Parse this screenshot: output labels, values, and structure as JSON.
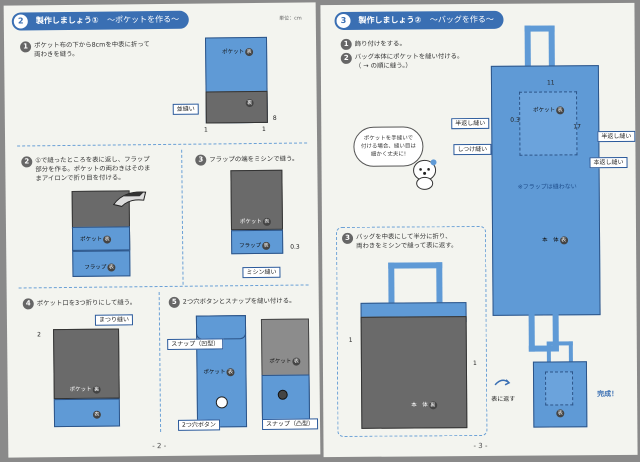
{
  "left_page": {
    "header": {
      "number": "2",
      "title": "製作しましょう①",
      "subtitle": "〜ポケットを作る〜"
    },
    "unit": "単位：cm",
    "step1": {
      "num": "1",
      "text": [
        "ポケット布の下から8cmを中表に折って",
        "両わきを縫う。"
      ],
      "label_pocket": "ポケット",
      "label_back": "裏",
      "label_front": "表",
      "dim": "8",
      "callout": "並縫い",
      "mark1": "1",
      "mark2": "1"
    },
    "step2": {
      "num": "2",
      "text": [
        "①で縫ったところを表に返し、フラップ",
        "部分を作る。ポケットの両わきはそのま",
        "まアイロンで折り目を付ける。"
      ],
      "label_pocket": "ポケット",
      "label_flap": "フラップ"
    },
    "step3": {
      "num": "3",
      "text": "フラップの端をミシンで縫う。",
      "label_pocket": "ポケット",
      "label_flap": "フラップ",
      "dim": "0.3",
      "callout": "ミシン縫い"
    },
    "step4": {
      "num": "4",
      "text": "ポケット口を3つ折りにして縫う。",
      "callout": "まつり縫い",
      "dim": "2",
      "label_pocket": "ポケット"
    },
    "step5": {
      "num": "5",
      "text": "2つ穴ボタンとスナップを縫い付ける。",
      "callout_snap_concave": "スナップ（凹型）",
      "callout_button": "2つ穴ボタン",
      "callout_snap_convex": "スナップ（凸型）",
      "label_pocket": "ポケット"
    },
    "page_number": "- 2 -"
  },
  "right_page": {
    "header": {
      "number": "3",
      "title": "製作しましょう②",
      "subtitle": "〜バッグを作る〜"
    },
    "step1": {
      "num": "1",
      "text": "飾り付けをする。"
    },
    "step2": {
      "num": "2",
      "text": [
        "バッグ本体にポケットを縫い付ける。",
        "（ → の順に縫う。）"
      ]
    },
    "speech": [
      "ポケットを手縫いで",
      "付ける場合、縫い目は",
      "細かく丈夫に!"
    ],
    "diagram": {
      "dim_top": "11",
      "dim_right": "17",
      "dim_small": "0.3",
      "callout_backstitch_left": "半返し縫い",
      "callout_backstitch_right": "半返し縫い",
      "callout_shitsuke": "しつけ縫い",
      "callout_hontai": "本返し縫い",
      "note": "※フラップは縫わない",
      "label_pocket": "ポケット",
      "label_body": "本　体"
    },
    "step3": {
      "num": "3",
      "text": [
        "バッグを中表にして半分に折り、",
        "両わきをミシンで縫って表に返す。"
      ],
      "dim1": "1",
      "dim2": "1",
      "label_body": "本　体"
    },
    "turn_label": "表に返す",
    "finish_label": "完成！",
    "page_number": "- 3 -"
  }
}
